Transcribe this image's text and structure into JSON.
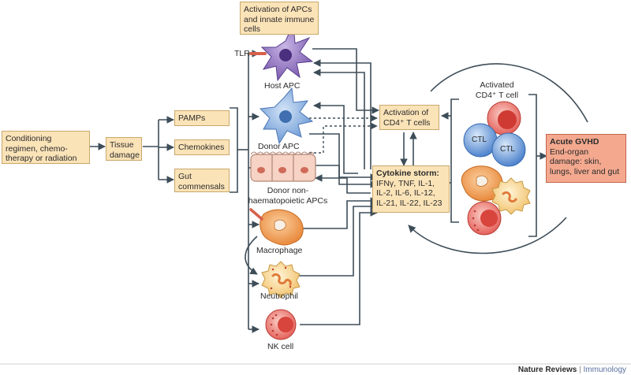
{
  "boxes": {
    "conditioning": "Conditioning regimen, chemo- therapy or radiation",
    "tissue_damage": "Tissue damage",
    "pamps": "PAMPs",
    "chemokines": "Chemokines",
    "gut": "Gut commensals",
    "activation_apc": "Activation of APCs and innate immune cells",
    "activation_cd4": "Activation of CD4⁺ T cells",
    "cytokine_title": "Cytokine storm:",
    "cytokine_body": "IFNγ, TNF, IL-1, IL-2, IL-6, IL-12, IL-21, IL-22, IL-23",
    "gvhd_title": "Acute GVHD",
    "gvhd_body": "End-organ damage: skin, lungs, liver and gut"
  },
  "labels": {
    "tlr": "TLR",
    "host_apc": "Host APC",
    "donor_apc": "Donor APC",
    "donor_non_line1": "Donor non-",
    "donor_non_line2": "haematopoietic APCs",
    "macrophage": "Macrophage",
    "neutrophil": "Neutrophil",
    "nk_cell": "NK cell",
    "activated_line1": "Activated",
    "activated_line2": "CD4⁺ T cell",
    "ctl1": "CTL",
    "ctl2": "CTL"
  },
  "footer": {
    "brand": "Nature Reviews",
    "separator": "|",
    "journal": "Immunology"
  }
}
